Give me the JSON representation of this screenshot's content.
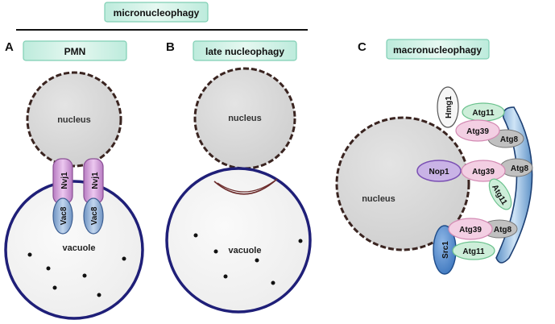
{
  "header": {
    "title": "micronucleophagy"
  },
  "panels": {
    "a": {
      "letter": "A",
      "title": "PMN",
      "nucleus": "nucleus",
      "vacuole": "vacuole",
      "proteins": {
        "nvj1_left": "Nvj1",
        "nvj1_right": "Nvj1",
        "vac8_left": "Vac8",
        "vac8_right": "Vac8"
      }
    },
    "b": {
      "letter": "B",
      "title": "late nucleophagy",
      "nucleus": "nucleus",
      "vacuole": "vacuole"
    },
    "c": {
      "letter": "C",
      "title": "macronucleophagy",
      "nucleus": "nucleus",
      "proteins": {
        "hmg1": "Hmg1",
        "atg11_top": "Atg11",
        "atg39_top": "Atg39",
        "atg8_top": "Atg8",
        "nop1": "Nop1",
        "atg39_mid": "Atg39",
        "atg8_mid": "Atg8",
        "atg11_mid": "Atg11",
        "atg39_bot": "Atg39",
        "atg8_bot": "Atg8",
        "src1": "Src1",
        "atg11_bot": "Atg11"
      }
    }
  },
  "colors": {
    "title_box_fill": "#d6f3ea",
    "title_box_stroke": "#7fcfb4",
    "nucleus_fill": "#d9d9d9",
    "vacuole_fill": "#f2f2f2",
    "vacuole_stroke": "#1f1f78",
    "nvj1": "#d9a6de",
    "vac8": "#9ab8da",
    "atg39": "#f3cfe3",
    "atg11": "#cdeed9",
    "atg8": "#bfbfbf",
    "nop1": "#c9b3e6",
    "src1": "#5f94d2",
    "hmg1": "#f5f5f5",
    "phagophore": "#8fbde4"
  }
}
